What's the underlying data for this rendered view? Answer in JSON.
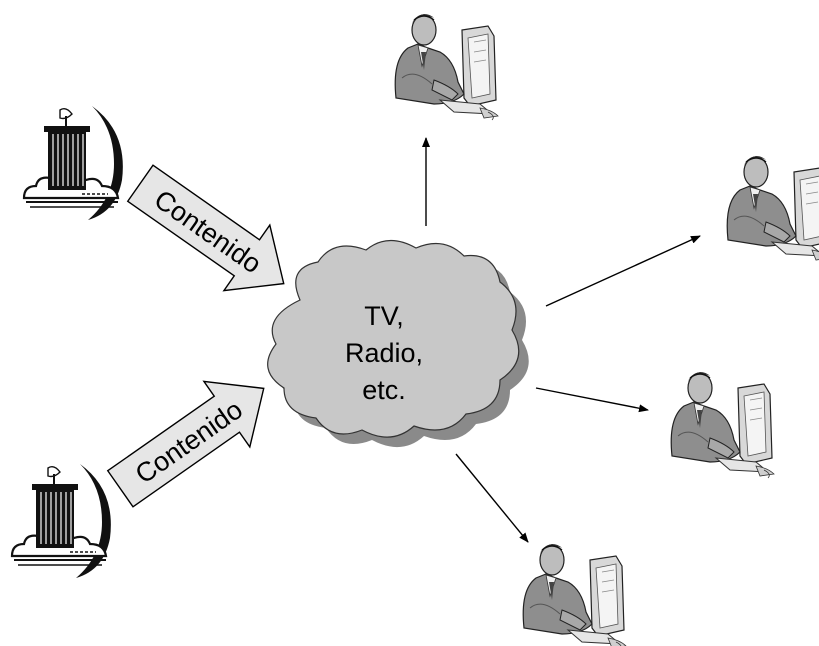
{
  "diagram": {
    "sources": [
      {
        "id": "station-top",
        "icon": "broadcast-building-icon"
      },
      {
        "id": "station-bottom",
        "icon": "broadcast-building-icon"
      }
    ],
    "content_arrows": [
      {
        "label": "Contenido"
      },
      {
        "label": "Contenido"
      }
    ],
    "cloud": {
      "lines": [
        "TV,",
        "Radio,",
        "etc."
      ],
      "fill": "#c8c8c8",
      "shadow": "#8a8a8a"
    },
    "receivers": [
      {
        "id": "user-top",
        "icon": "user-at-computer-icon"
      },
      {
        "id": "user-right-top",
        "icon": "user-at-computer-icon"
      },
      {
        "id": "user-right-bottom",
        "icon": "user-at-computer-icon"
      },
      {
        "id": "user-bottom",
        "icon": "user-at-computer-icon"
      }
    ],
    "colors": {
      "arrow_fill": "#e6e6e6",
      "stroke": "#000000",
      "building": "#111111"
    }
  }
}
